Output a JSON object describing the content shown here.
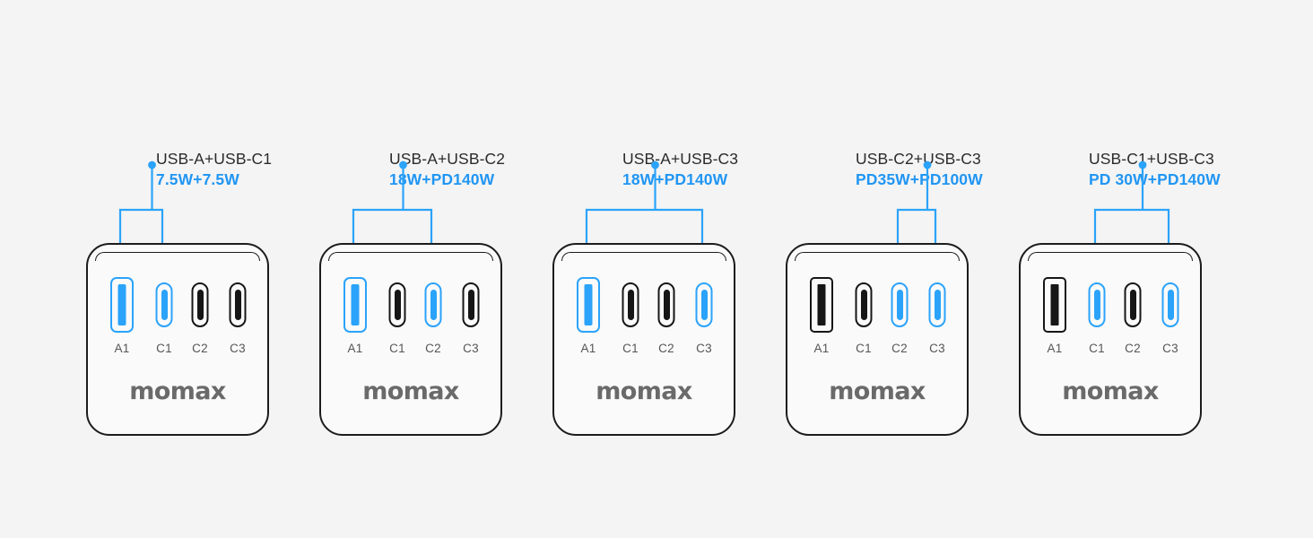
{
  "theme": {
    "background": "#f4f4f4",
    "accent": "#2196f3",
    "highlight": "#2ba3fa",
    "outline": "#161616",
    "body_fill": "#fafafa",
    "label_gray": "#555555",
    "brand_gray": "#6a6a6a"
  },
  "brand": "momax",
  "port_labels": [
    "A1",
    "C1",
    "C2",
    "C3"
  ],
  "panels": [
    {
      "id": "panel-usb-a-usb-c1",
      "title": "USB-A+USB-C1",
      "power": "7.5W+7.5W",
      "highlighted": [
        "A1",
        "C1"
      ],
      "ports": [
        {
          "label": "A1",
          "type": "usb-a",
          "highlighted": true
        },
        {
          "label": "C1",
          "type": "usb-c",
          "highlighted": true
        },
        {
          "label": "C2",
          "type": "usb-c",
          "highlighted": false
        },
        {
          "label": "C3",
          "type": "usb-c",
          "highlighted": false
        }
      ]
    },
    {
      "id": "panel-usb-a-usb-c2",
      "title": "USB-A+USB-C2",
      "power": "18W+PD140W",
      "highlighted": [
        "A1",
        "C2"
      ],
      "ports": [
        {
          "label": "A1",
          "type": "usb-a",
          "highlighted": true
        },
        {
          "label": "C1",
          "type": "usb-c",
          "highlighted": false
        },
        {
          "label": "C2",
          "type": "usb-c",
          "highlighted": true
        },
        {
          "label": "C3",
          "type": "usb-c",
          "highlighted": false
        }
      ]
    },
    {
      "id": "panel-usb-a-usb-c3",
      "title": "USB-A+USB-C3",
      "power": "18W+PD140W",
      "highlighted": [
        "A1",
        "C3"
      ],
      "ports": [
        {
          "label": "A1",
          "type": "usb-a",
          "highlighted": true
        },
        {
          "label": "C1",
          "type": "usb-c",
          "highlighted": false
        },
        {
          "label": "C2",
          "type": "usb-c",
          "highlighted": false
        },
        {
          "label": "C3",
          "type": "usb-c",
          "highlighted": true
        }
      ]
    },
    {
      "id": "panel-usb-c2-usb-c3",
      "title": "USB-C2+USB-C3",
      "power": "PD35W+PD100W",
      "highlighted": [
        "C2",
        "C3"
      ],
      "ports": [
        {
          "label": "A1",
          "type": "usb-a",
          "highlighted": false
        },
        {
          "label": "C1",
          "type": "usb-c",
          "highlighted": false
        },
        {
          "label": "C2",
          "type": "usb-c",
          "highlighted": true
        },
        {
          "label": "C3",
          "type": "usb-c",
          "highlighted": true
        }
      ]
    },
    {
      "id": "panel-usb-c1-usb-c3",
      "title": "USB-C1+USB-C3",
      "power": "PD 30W+PD140W",
      "highlighted": [
        "C1",
        "C3"
      ],
      "ports": [
        {
          "label": "A1",
          "type": "usb-a",
          "highlighted": false
        },
        {
          "label": "C1",
          "type": "usb-c",
          "highlighted": true
        },
        {
          "label": "C2",
          "type": "usb-c",
          "highlighted": false
        },
        {
          "label": "C3",
          "type": "usb-c",
          "highlighted": true
        }
      ]
    }
  ]
}
